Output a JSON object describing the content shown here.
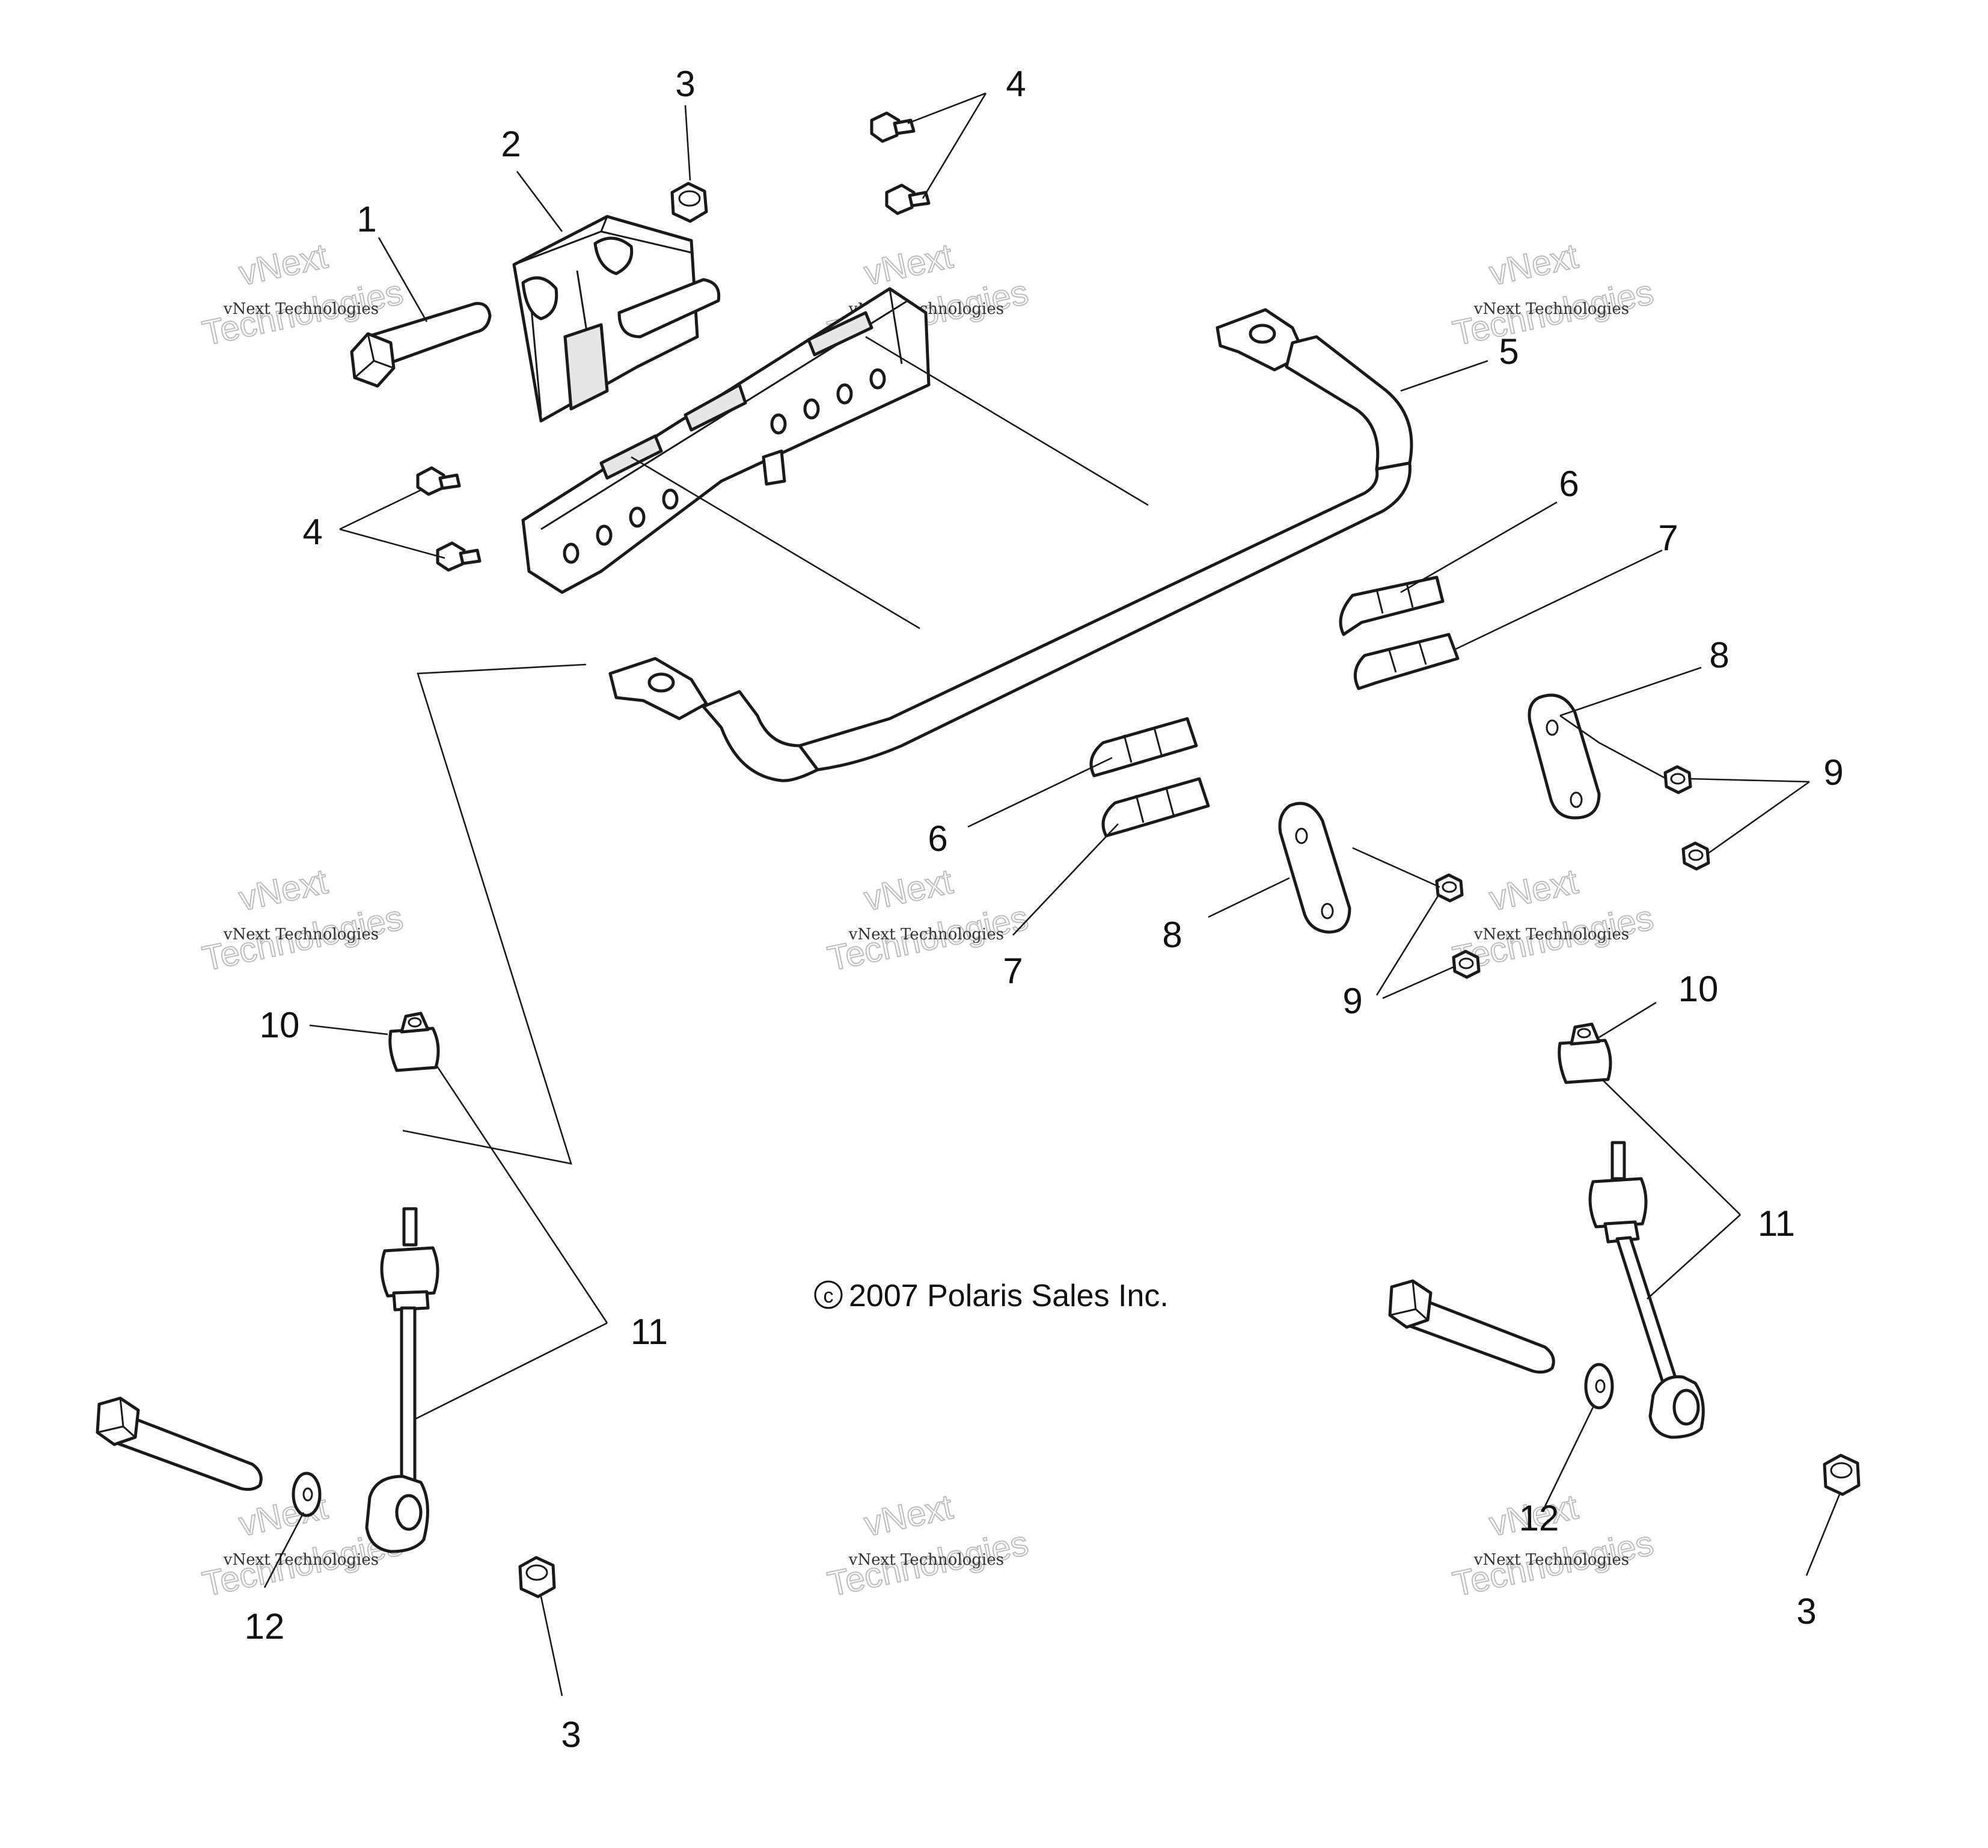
{
  "callouts": {
    "c1": "1",
    "c2": "2",
    "c3a": "3",
    "c4a": "4",
    "c4b": "4",
    "c5": "5",
    "c6a": "6",
    "c7a": "7",
    "c8a": "8",
    "c9a": "9",
    "c6b": "6",
    "c7b": "7",
    "c8b": "8",
    "c9b": "9",
    "c10a": "10",
    "c10b": "10",
    "c11a": "11",
    "c11b": "11",
    "c12a": "12",
    "c12b": "12",
    "c3b": "3",
    "c3c": "3"
  },
  "copyright": "2007 Polaris Sales Inc.",
  "copyright_symbol": "c",
  "watermark": {
    "line1": "vNext Technologies",
    "big1": "vNext",
    "big2": "Technologies"
  }
}
